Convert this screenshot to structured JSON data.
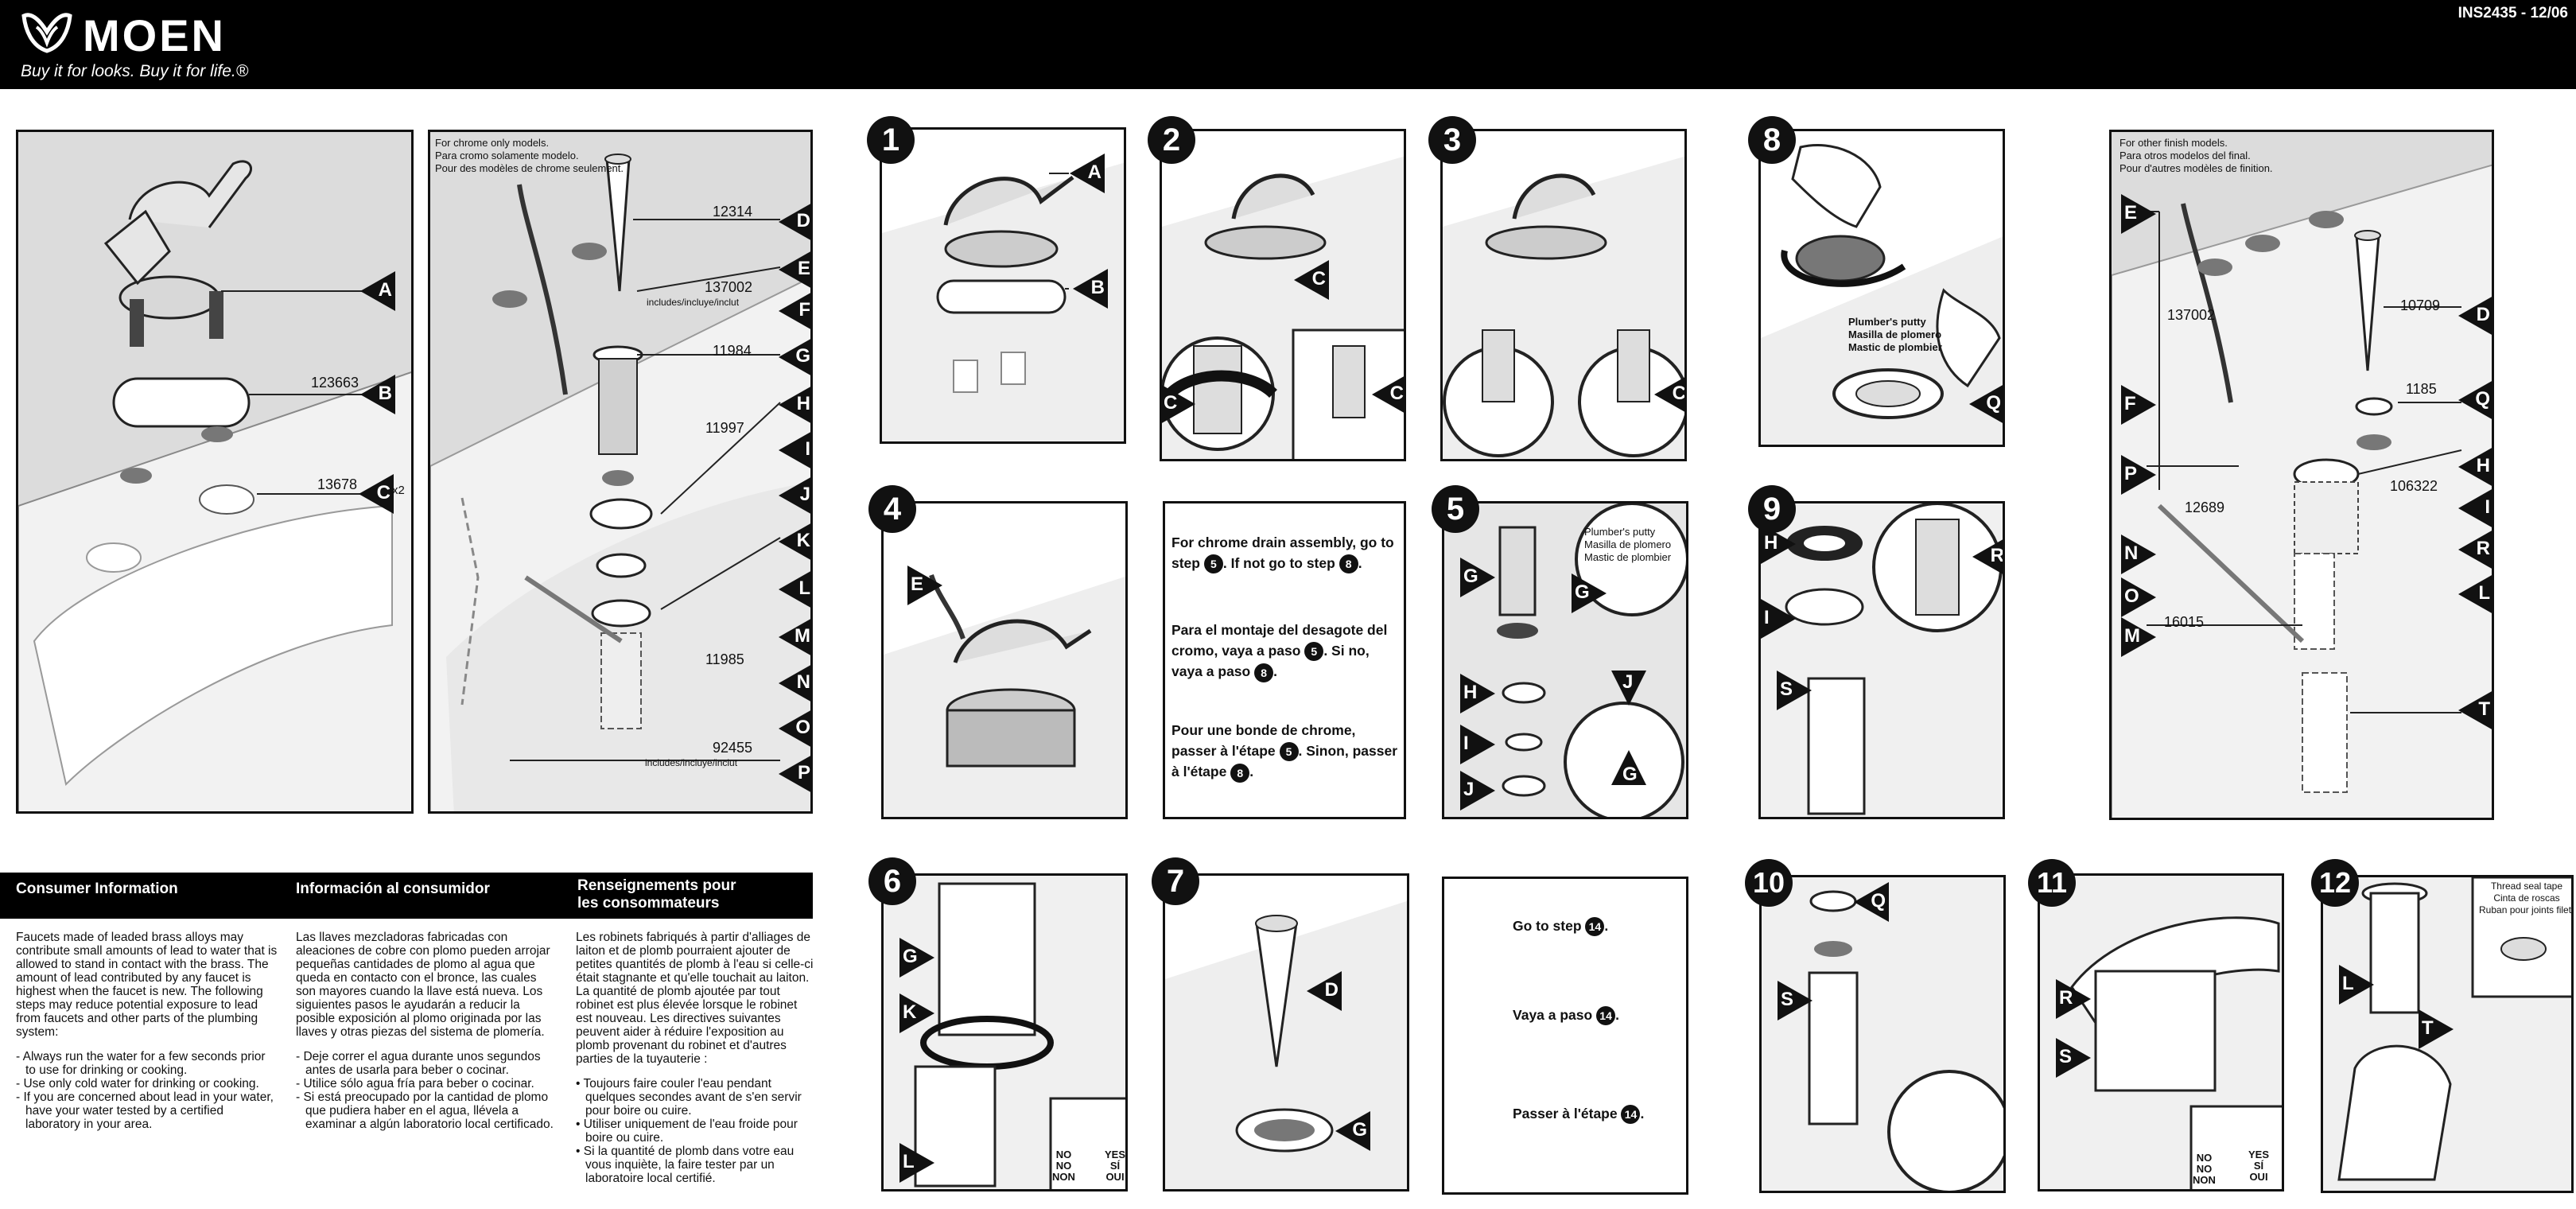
{
  "header": {
    "brand": "MOEN",
    "tagline": "Buy it for looks. Buy it for life.®",
    "doc_number": "INS2435 - 12/06"
  },
  "overview": {
    "labels": {
      "A": "A",
      "B": "B",
      "C": "C"
    },
    "parts": {
      "B": "123663",
      "C": "13678"
    },
    "qty_c": "x2"
  },
  "chrome_parts": {
    "note": [
      "For chrome only models.",
      "Para cromo solamente modelo.",
      "Pour des modèles de chrome seulement."
    ],
    "parts": {
      "D": "12314",
      "EF": "137002",
      "G": "11984",
      "HIJK": "11997",
      "MN": "11985",
      "OP": "92455"
    },
    "includes": "includes/incluye/inclut",
    "letters": [
      "D",
      "E",
      "F",
      "G",
      "H",
      "I",
      "J",
      "K",
      "L",
      "M",
      "N",
      "O",
      "P"
    ]
  },
  "other_parts": {
    "note": [
      "For other finish models.",
      "Para otros modelos del final.",
      "Pour d'autres modèles de finition."
    ],
    "parts": {
      "E": "137002",
      "D": "10709",
      "Q": "1185",
      "HIR": "106322",
      "NOP": "12689",
      "M": "16015"
    },
    "letters": [
      "E",
      "D",
      "Q",
      "F",
      "H",
      "I",
      "P",
      "R",
      "N",
      "L",
      "O",
      "M",
      "T"
    ]
  },
  "steps": {
    "s1": "1",
    "s2": "2",
    "s3": "3",
    "s4": "4",
    "s5": "5",
    "s6": "6",
    "s7": "7",
    "s8": "8",
    "s9": "9",
    "s10": "10",
    "s11": "11",
    "s12": "12"
  },
  "step_labels": {
    "s1": [
      "A",
      "B"
    ],
    "s2": [
      "C",
      "C",
      "C"
    ],
    "s3": [
      "C"
    ],
    "s4": [
      "E"
    ],
    "s5": [
      "G",
      "G",
      "H",
      "I",
      "J",
      "J",
      "G"
    ],
    "s6": [
      "G",
      "K",
      "L"
    ],
    "s7": [
      "D",
      "G"
    ],
    "s8": [
      "Q"
    ],
    "s9": [
      "H",
      "I",
      "S",
      "R"
    ],
    "s10": [
      "Q",
      "S"
    ],
    "s11": [
      "R",
      "S"
    ],
    "s12": [
      "L",
      "T"
    ]
  },
  "step_small_text": {
    "s5_putty": [
      "Plumber's putty",
      "Masilla de plomero",
      "Mastic de plombier"
    ],
    "s8_putty": [
      "Plumber's putty",
      "Masilla de plomero",
      "Mastic de plombier"
    ],
    "s12_tape": [
      "Thread seal tape",
      "Cinta de roscas",
      "Ruban pour joints filetés"
    ]
  },
  "yesno": {
    "no": [
      "NO",
      "NO",
      "NON"
    ],
    "yes": [
      "YES",
      "SÍ",
      "OUI"
    ]
  },
  "chrome_instruction": {
    "en_pre": "For chrome drain assembly, go to step",
    "en_mid": ". If not go to step",
    "es_pre": "Para el montaje del desagote del cromo, vaya a paso",
    "es_mid": ". Si no, vaya a paso",
    "fr_pre": "Pour une bonde de chrome, passer à l'étape",
    "fr_mid": ". Sinon, passer à l'étape",
    "a": "5",
    "b": "8"
  },
  "goto": {
    "en": "Go to step",
    "es": "Vaya a paso",
    "fr": "Passer à l'étape",
    "n": "14"
  },
  "consumer": {
    "en_title": "Consumer Information",
    "es_title": "Información al consumidor",
    "fr_title": "Renseignements pour les consommateurs",
    "en_body": "Faucets made of leaded brass alloys may contribute small amounts of lead to water that is allowed to stand in contact with the brass. The amount of lead contributed by any faucet is highest when the faucet is new. The following steps may reduce potential exposure to lead from faucets and other parts of the plumbing system:",
    "en_list": [
      "- Always run the water for a few seconds prior to use for drinking or cooking.",
      "- Use only cold water for drinking or cooking.",
      "- If you are concerned about lead in your water, have your water tested by a certified laboratory in your area."
    ],
    "es_body": "Las llaves mezcladoras fabricadas con aleaciones de cobre con plomo pueden arrojar pequeñas cantidades de plomo al agua que queda en contacto con el bronce, las cuales son mayores cuando la llave está nueva. Los siguientes pasos le ayudarán a reducir la posible exposición al plomo originada por las llaves y otras piezas del sistema de plomería.",
    "es_list": [
      "- Deje correr el agua durante unos segundos antes de usarla para beber o cocinar.",
      "- Utilice sólo agua fría para beber o cocinar.",
      "- Si está preocupado por la cantidad de plomo que pudiera haber en el agua, llévela a examinar a algún laboratorio local certificado."
    ],
    "fr_body": "Les robinets fabriqués à partir d'alliages de laiton et de plomb pourraient ajouter de petites quantités de plomb à l'eau si celle-ci était stagnante et qu'elle touchait au laiton. La quantité de plomb ajoutée par tout robinet est plus élevée lorsque le robinet est nouveau. Les directives suivantes peuvent aider à réduire l'exposition au plomb provenant du robinet et d'autres parties de la tuyauterie :",
    "fr_list": [
      "• Toujours faire couler l'eau pendant quelques secondes avant de s'en servir pour boire ou cuire.",
      "• Utiliser uniquement de l'eau froide pour boire ou cuire.",
      "• Si la quantité de plomb dans votre eau vous inquiète, la faire tester par un laboratoire local certifié."
    ]
  }
}
